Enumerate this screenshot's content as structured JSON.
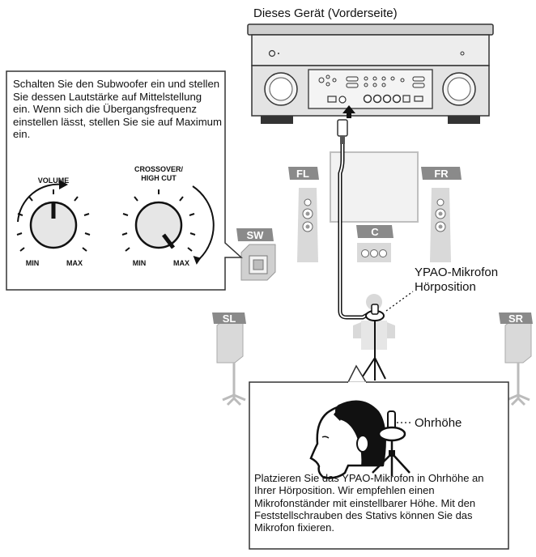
{
  "device_title": "Dieses Gerät (Vorderseite)",
  "subwoofer_note": "Schalten Sie den Subwoofer ein und stellen Sie dessen Lautstärke auf Mittelstellung ein. Wenn sich die Übergangsfrequenz einstellen lässt, stellen Sie sie auf Maximum ein.",
  "knobs": {
    "volume_label": "VOLUME",
    "crossover_label_line1": "CROSSOVER/",
    "crossover_label_line2": "HIGH CUT",
    "min_label": "MIN",
    "max_label": "MAX"
  },
  "speakers": {
    "fl": "FL",
    "fr": "FR",
    "c": "C",
    "sw": "SW",
    "sl": "SL",
    "sr": "SR"
  },
  "mic_label_line1": "YPAO-Mikrofon",
  "mic_label_line2": "Hörposition",
  "ear_height_label": "Ohrhöhe",
  "mic_note": "Platzieren Sie das YPAO-Mikrofon in Ohrhöhe an Ihrer Hörposition. Wir empfehlen einen Mikrofonständer mit einstellbarer Höhe. Mit den Feststellschrauben des Stativs können Sie das Mikrofon fixieren.",
  "colors": {
    "speaker_label_bg": "#8a8a8a",
    "speaker_body": "#d9d9d9",
    "device_body": "#e6e6e6",
    "device_outline": "#333333"
  }
}
